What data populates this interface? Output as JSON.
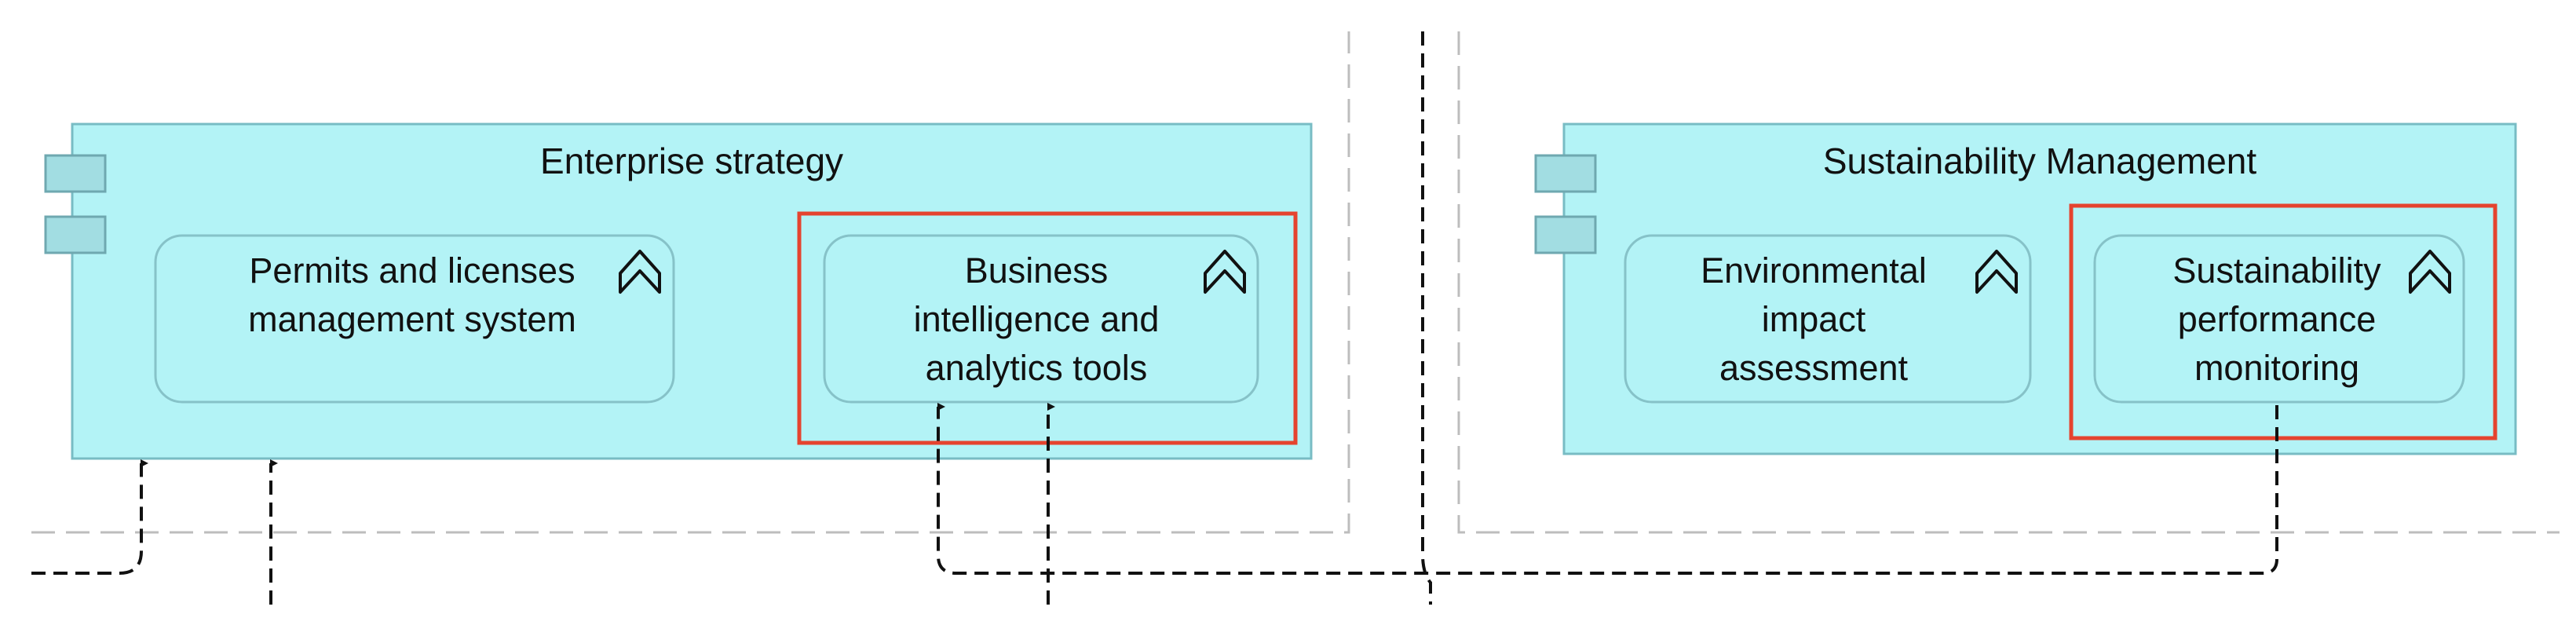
{
  "components": {
    "enterprise_strategy": {
      "title": "Enterprise strategy",
      "capabilities": {
        "permits": "Permits and licenses management system",
        "business_intelligence": "Business intelligence and analytics tools"
      }
    },
    "sustainability_management": {
      "title": "Sustainability Management",
      "capabilities": {
        "environmental": "Environmental impact assessment",
        "performance": "Sustainability performance monitoring"
      }
    }
  },
  "colors": {
    "component_fill": "#b3f3f6",
    "component_border": "#78bcc4",
    "capability_border": "#86c2c8",
    "highlight": "#e5432f",
    "connector": "#111111",
    "boundary": "#bdbdbd"
  },
  "icons": {
    "component": "archimate-component-icon",
    "capability": "capability-chevron-icon"
  }
}
